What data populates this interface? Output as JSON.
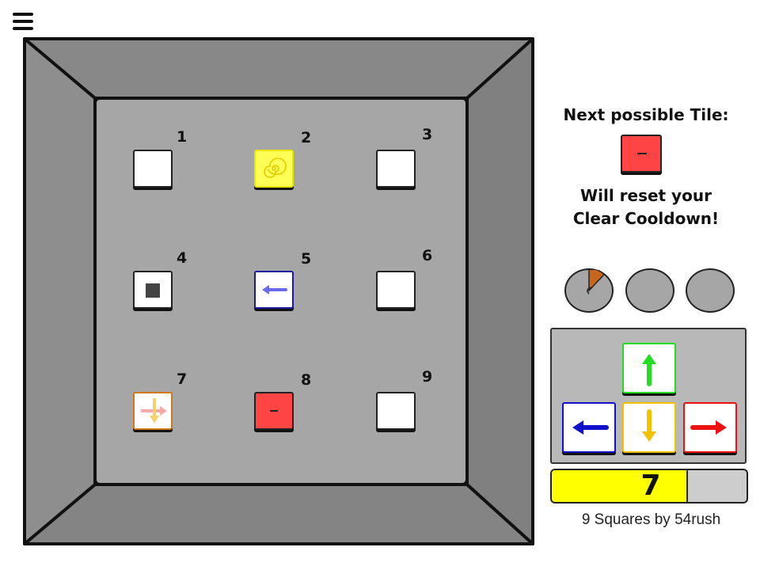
{
  "menu": {
    "icon": "hamburger-menu-icon"
  },
  "tiles": [
    {
      "number": "1",
      "kind": "blank",
      "border": "#222222",
      "bg": "#ffffff"
    },
    {
      "number": "2",
      "kind": "spiral",
      "border": "#e6e600",
      "bg": "#ffff55"
    },
    {
      "number": "3",
      "kind": "blank",
      "border": "#222222",
      "bg": "#ffffff"
    },
    {
      "number": "4",
      "kind": "square",
      "border": "#222222",
      "bg": "#ffffff"
    },
    {
      "number": "5",
      "kind": "arrow-left",
      "border": "#1a1aa0",
      "bg": "#ffffff"
    },
    {
      "number": "6",
      "kind": "blank",
      "border": "#222222",
      "bg": "#ffffff"
    },
    {
      "number": "7",
      "kind": "cross-arrows",
      "border": "#d07a1a",
      "bg": "#ffffff"
    },
    {
      "number": "8",
      "kind": "minus-red",
      "border": "#222222",
      "bg": "#ff4444"
    },
    {
      "number": "9",
      "kind": "blank",
      "border": "#222222",
      "bg": "#ffffff"
    }
  ],
  "next_tile": {
    "heading": "Next possible Tile:",
    "note_line1": "Will reset your",
    "note_line2": "Clear Cooldown!"
  },
  "cooldowns": [
    {
      "progress": 0.12,
      "color": "#c8661e"
    },
    {
      "progress": 0,
      "color": "#c8661e"
    },
    {
      "progress": 0,
      "color": "#c8661e"
    }
  ],
  "dpad": {
    "up": {
      "icon": "arrow-up-icon",
      "color": "#22dd22"
    },
    "left": {
      "icon": "arrow-left-icon",
      "color": "#1111cc"
    },
    "down": {
      "icon": "arrow-down-icon",
      "color": "#f2c200"
    },
    "right": {
      "icon": "arrow-right-icon",
      "color": "#ee1111"
    }
  },
  "score": {
    "value": "7",
    "fill_fraction": 0.69,
    "fill_color": "#ffff00"
  },
  "credit": "9 Squares by 54rush"
}
